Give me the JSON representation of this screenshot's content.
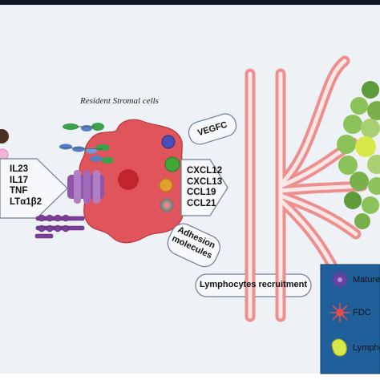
{
  "figure": {
    "title": "Resident Stromal cells",
    "left_factors": [
      "IL23",
      "IL17",
      "TNF",
      "LTα1β2"
    ],
    "secreted_factors": [
      "CXCL12",
      "CXCL13",
      "CCL19",
      "CCL21"
    ],
    "vegfc_label": "VEGFC",
    "adhesion_label_line1": "Adhesion",
    "adhesion_label_line2": "molecules",
    "recruitment_label": "Lymphocytes recruitment",
    "legend": {
      "items": [
        {
          "label": "Mature",
          "icon": "mature-dendritic-cell-icon"
        },
        {
          "label": "FDC",
          "icon": "follicular-dendritic-cell-icon"
        },
        {
          "label": "Lymphc",
          "icon": "lymphocyte-icon"
        }
      ]
    },
    "colors": {
      "background": "#eef1f6",
      "stromal_cell": "#e0555c",
      "nucleus": "#c0272d",
      "vessel": "#ec8f8f",
      "vessel_core": "#fbe7e6",
      "follicle": "#8cc25a",
      "legend_bg": "#1f5f9a"
    }
  }
}
